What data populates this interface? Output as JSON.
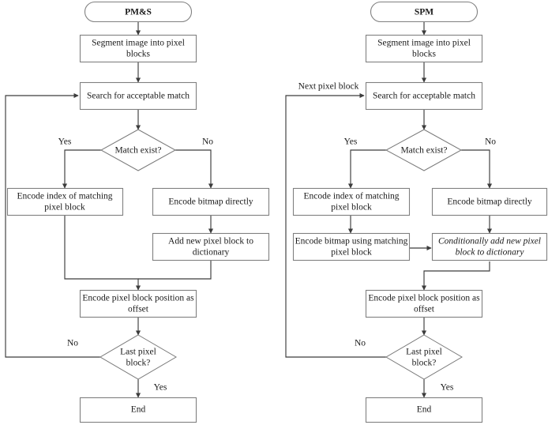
{
  "diagram": {
    "title": "PM&S and SPM coding flowcharts",
    "colors": {
      "background": "#ffffff",
      "box_stroke": "#808080",
      "connector": "#3c3c3c",
      "text": "#1a1a1a"
    },
    "charts": [
      {
        "id": "pms",
        "terminal_start": "PM&S",
        "nodes": {
          "segment": "Segment image into pixel blocks",
          "search": "Search for acceptable match",
          "decision_match": "Match exist?",
          "encode_index": "Encode index of matching pixel block",
          "encode_bitmap": "Encode bitmap directly",
          "add_block": "Add new pixel block to dictionary",
          "encode_offset": "Encode pixel block position as offset",
          "decision_last": "Last pixel block?",
          "end": "End"
        },
        "edge_labels": {
          "match_yes": "Yes",
          "match_no": "No",
          "last_no": "No",
          "last_yes": "Yes"
        }
      },
      {
        "id": "spm",
        "terminal_start": "SPM",
        "nodes": {
          "segment": "Segment image into pixel blocks",
          "search": "Search for acceptable match",
          "decision_match": "Match exist?",
          "encode_index": "Encode index of matching pixel block",
          "encode_bitmap": "Encode bitmap directly",
          "encode_bitmap_matching": "Encode bitmap using matching pixel block",
          "conditionally_add": "Conditionally add new pixel block to dictionary",
          "encode_offset": "Encode pixel block position as offset",
          "decision_last": "Last pixel block?",
          "end": "End"
        },
        "edge_labels": {
          "loop_back": "Next pixel block",
          "match_yes": "Yes",
          "match_no": "No",
          "last_no": "No",
          "last_yes": "Yes"
        }
      }
    ],
    "text_lines": {
      "pms_title": [
        "PM&S"
      ],
      "spm_title": [
        "SPM"
      ],
      "segment": [
        "Segment image into pixel",
        "blocks"
      ],
      "search": [
        "Search for acceptable match"
      ],
      "match_exist": [
        "Match exist?"
      ],
      "encode_index": [
        "Encode index of matching",
        "pixel block"
      ],
      "encode_bitmap": [
        "Encode bitmap directly"
      ],
      "add_block": [
        "Add new pixel block to",
        "dictionary"
      ],
      "encode_bitmap_matching": [
        "Encode bitmap using matching",
        "pixel block"
      ],
      "conditionally_add": [
        "Conditionally add new pixel",
        "block to dictionary"
      ],
      "encode_offset": [
        "Encode pixel block position as",
        "offset"
      ],
      "last_pixel": [
        "Last pixel",
        "block?"
      ],
      "end": [
        "End"
      ]
    }
  }
}
